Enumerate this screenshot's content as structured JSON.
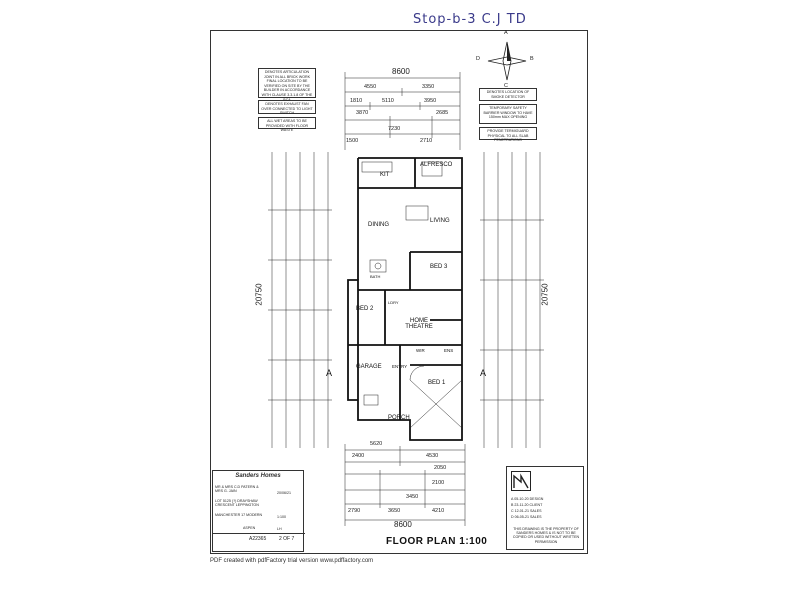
{
  "handwriting": "Stop-b-3  C.J  TD",
  "compass": {
    "a": "A",
    "b": "B",
    "c": "C",
    "d": "D"
  },
  "notes": {
    "articulation": "DENOTES ARTICULATION JOINT IN ALL BRICK WORK FINAL LOCATION TO BE VERIFIED ON SITE BY THE BUILDER IN ACCORDANCE WITH CLAUSE 3.3.1.8 OF THE BCA",
    "exhaust": "DENOTES EXHAUST FAN OVER CONNECTED TO LIGHT SWITCH",
    "wet_areas": "ALL WET AREAS TO BE PROVIDED WITH FLOOR WASTE",
    "smoke": "DENOTES LOCATION OF SMOKE DETECTOR",
    "window": "TEMPORARY SAFETY BARRIER WINDOW TO HAVE 150mm MAX OPENING",
    "termite": "PROVIDE TERMIGUARD PHYSICAL TO ALL SLAB PENETRATIONS"
  },
  "dims": {
    "top_overall": "8600",
    "top_row1": [
      "4550",
      "3350"
    ],
    "top_row2": [
      "1810",
      "5110",
      "3950",
      "2685"
    ],
    "top_row3": [
      "7230",
      "1500",
      "3870",
      "2710"
    ],
    "left_overall": "20750",
    "right_overall": "20750",
    "bottom_row1": [
      "5620",
      "2400",
      "4530"
    ],
    "bottom_row2": [
      "2050",
      "2100",
      "3450"
    ],
    "bottom_row3": [
      "2790",
      "3650",
      "4210"
    ],
    "bottom_overall": "8600"
  },
  "rooms": {
    "alfresco": "ALFRESCO",
    "kit": "KIT",
    "dining": "DINING",
    "living": "LIVING",
    "bed3": "BED 3",
    "bed2": "BED 2",
    "home_theatre": "HOME THEATRE",
    "garage": "GARAGE",
    "entry": "ENTRY",
    "bed1": "BED 1",
    "porch": "PORCH",
    "wir": "WIR",
    "ldry": "LDRY",
    "ens": "ENS",
    "bath": "BATH"
  },
  "markers": {
    "a_left": "A",
    "a_right": "A"
  },
  "title_block": {
    "company": "Sanders Homes",
    "client": "MR & MRS C.D PATERN & MRS G. JAIN",
    "lot": "LOT 5125 (?) DRAYSHAW CRESCENT LEPPINGTON",
    "design": "MANCHESTER 17 MODERN",
    "facade": "ASPEN",
    "job_no": "A22365",
    "sheet": "2 OF 7",
    "date": "20/06/21",
    "rev": "LH",
    "scale": "1:100"
  },
  "revisions": [
    "A  05-10-20  DESIGN",
    "B  23-11-20  CLIENT",
    "C  12-01-21  SALES",
    "D  06-05-21  SALES"
  ],
  "copyright": "THIS DRAWING IS THE PROPERTY OF SANDERS HOMES & IS NOT TO BE COPIED OR USED WITHOUT WRITTEN PERMISSION",
  "plan_title": "FLOOR PLAN 1:100",
  "footer": "PDF created with pdfFactory trial version www.pdffactory.com"
}
